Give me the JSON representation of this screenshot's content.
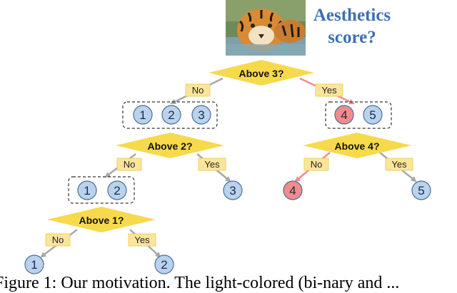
{
  "question_title": [
    "Aesthetics",
    "score?"
  ],
  "decisions": {
    "above3": "Above 3?",
    "above2": "Above 2?",
    "above4": "Above 4?",
    "above1": "Above 1?"
  },
  "branch_labels": {
    "no": "No",
    "yes": "Yes"
  },
  "score_groups": {
    "root_no": [
      "1",
      "2",
      "3"
    ],
    "root_yes": [
      "4",
      "5"
    ],
    "above2_no": [
      "1",
      "2"
    ]
  },
  "leaves": {
    "above2_yes": "3",
    "above4_no": "4",
    "above4_yes": "5",
    "above1_no": "1",
    "above1_yes": "2"
  },
  "caption": "Figure 1: Our motivation. The light-colored (bi-nary and ...",
  "colors": {
    "diamond": "#f7d94c",
    "label_box": "#fbe59a",
    "blue_circle": "#b9d3ee",
    "red_circle": "#f28b8c",
    "gray_arrow": "#a8a8a8",
    "red_arrow": "#f28b8c",
    "title_blue": "#3f6fb2"
  },
  "photo_icon": "tiger-photo"
}
